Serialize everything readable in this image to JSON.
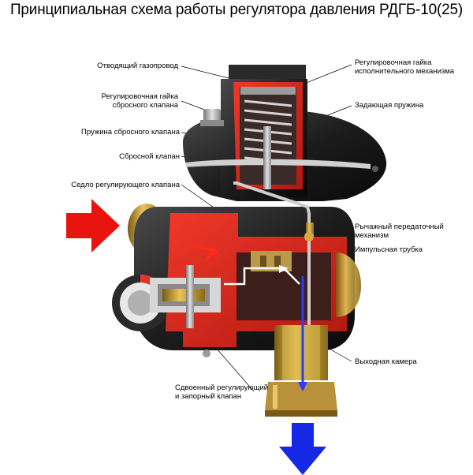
{
  "title": "Принципиальная схема работы регулятора давления РДГБ-10(25)",
  "labels": {
    "outlet_pipe": "Отводящий газопровод",
    "relief_nut_line1": "Регулировочная гайка",
    "relief_nut_line2": "сбросного клапана",
    "relief_spring": "Пружина сбросного клапана",
    "relief_valve": "Сбросной клапан",
    "valve_seat": "Седло регулирующего клапана",
    "actuator_nut_line1": "Регулировочная гайка",
    "actuator_nut_line2": "исполнительного механизма",
    "setting_spring": "Задающая пружина",
    "lever_line1": "Рычажный передаточный",
    "lever_line2": "механизм",
    "impulse_tube": "Импульсная трубка",
    "outlet_chamber": "Выходная камера",
    "dual_valve_line1": "Сдвоенный регулирующий",
    "dual_valve_line2": "и запорный клапан"
  },
  "colors": {
    "inlet_arrow": "#e8140f",
    "outlet_arrow": "#1428e6",
    "cutaway": "#d8261c",
    "housing": "#1e1e1e",
    "brass": "#c9a23a",
    "steel": "#b8b8b8"
  }
}
